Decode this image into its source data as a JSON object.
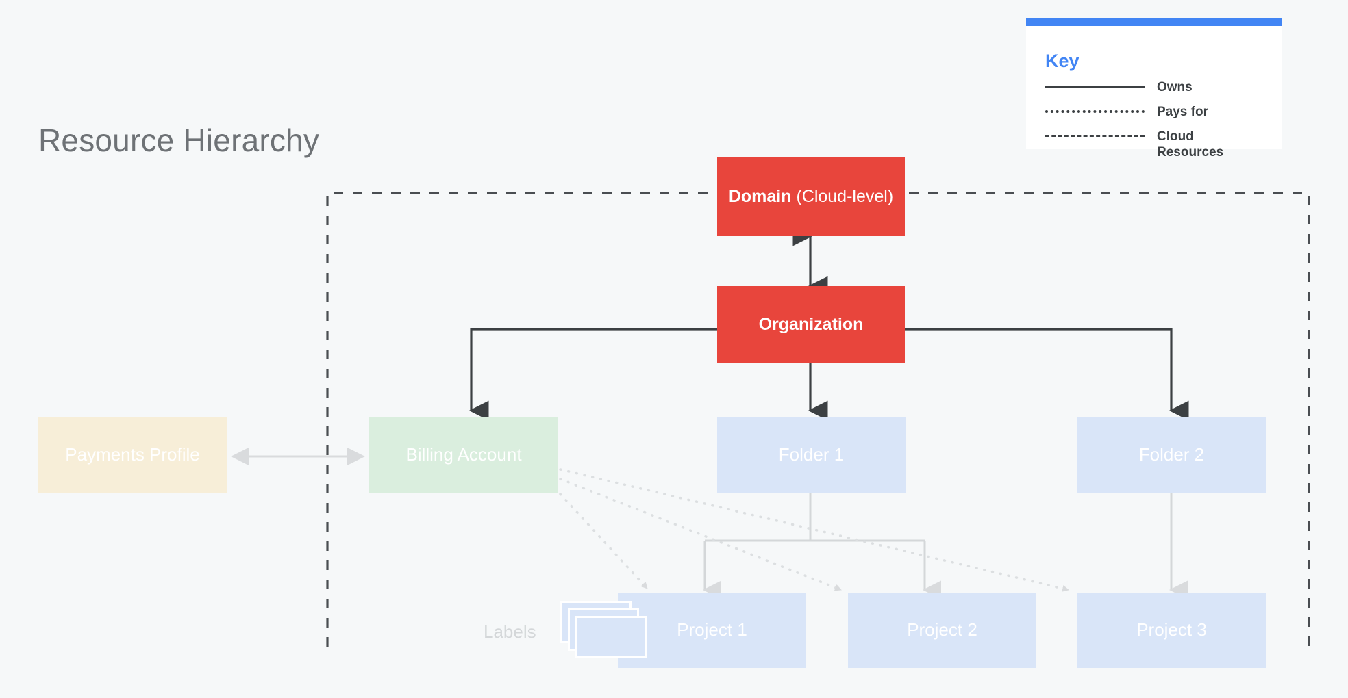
{
  "page": {
    "title": "Resource Hierarchy",
    "background_color": "#f6f8f9"
  },
  "key": {
    "panel_title": "Key",
    "accent_color": "#4285f4",
    "rows": [
      {
        "style": "solid",
        "label": "Owns"
      },
      {
        "style": "dotted",
        "label": "Pays for"
      },
      {
        "style": "dashed",
        "label": "Cloud Resources"
      }
    ]
  },
  "nodes": {
    "domain": {
      "lead": "Domain",
      "tail": " (Cloud-level)",
      "color": "#e8453c"
    },
    "organization": {
      "label": "Organization",
      "color": "#e8453c"
    },
    "payments_profile": {
      "label": "Payments Profile",
      "color": "#f7eed8"
    },
    "billing_account": {
      "label": "Billing Account",
      "color": "#daeede"
    },
    "folder_1": {
      "label": "Folder 1",
      "color": "#d9e5f8"
    },
    "folder_2": {
      "label": "Folder 2",
      "color": "#d9e5f8"
    },
    "project_1": {
      "label": "Project 1",
      "color": "#d9e5f8"
    },
    "project_2": {
      "label": "Project 2",
      "color": "#d9e5f8"
    },
    "project_3": {
      "label": "Project 3",
      "color": "#d9e5f8"
    },
    "labels": {
      "label": "Labels",
      "color": "#d4d7d9"
    }
  },
  "edges": {
    "owns_color": "#3c4043",
    "soft_color": "#d4d7d9",
    "boundary_color": "#4a4e52"
  }
}
